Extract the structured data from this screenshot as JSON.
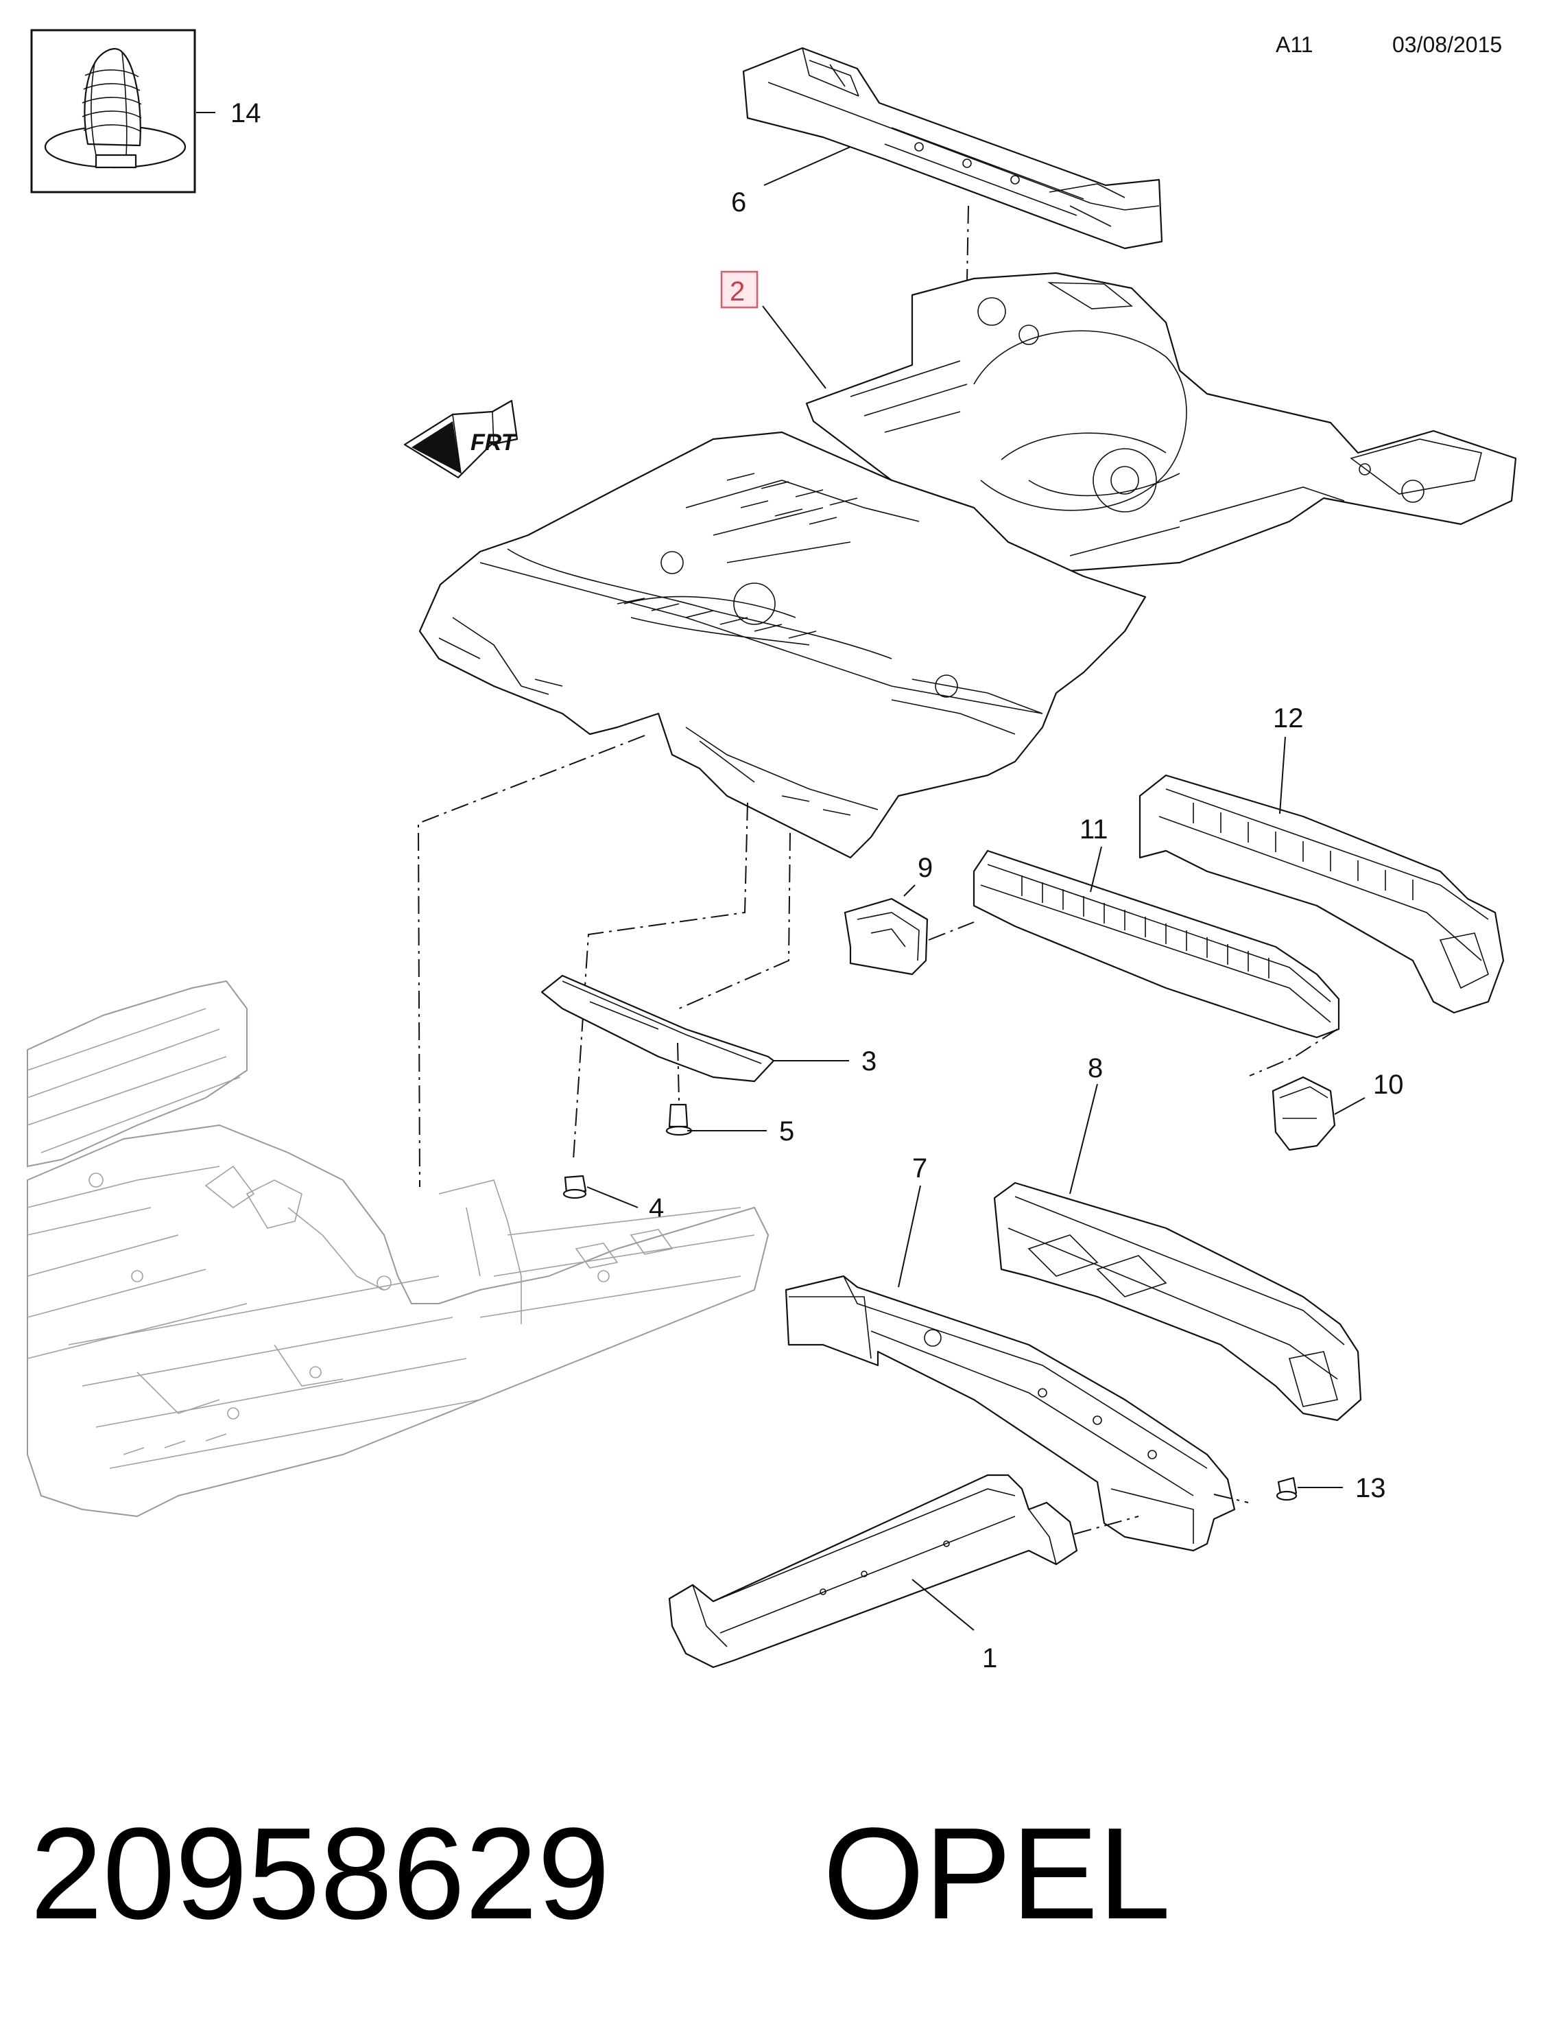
{
  "header": {
    "page_code": "A11",
    "date": "03/08/2015"
  },
  "footer": {
    "part_number": "20958629",
    "brand": "OPEL"
  },
  "direction_arrow": {
    "label": "FRT"
  },
  "callouts": {
    "c1": "1",
    "c2": "2",
    "c3": "3",
    "c4": "4",
    "c5": "5",
    "c6": "6",
    "c7": "7",
    "c8": "8",
    "c9": "9",
    "c10": "10",
    "c11": "11",
    "c12": "12",
    "c13": "13",
    "c14": "14"
  },
  "highlighted_callout": "2",
  "colors": {
    "highlight_border": "#e05a66",
    "highlight_fill": "#ffe9ec",
    "line": "#111111",
    "context_line": "#999999"
  }
}
